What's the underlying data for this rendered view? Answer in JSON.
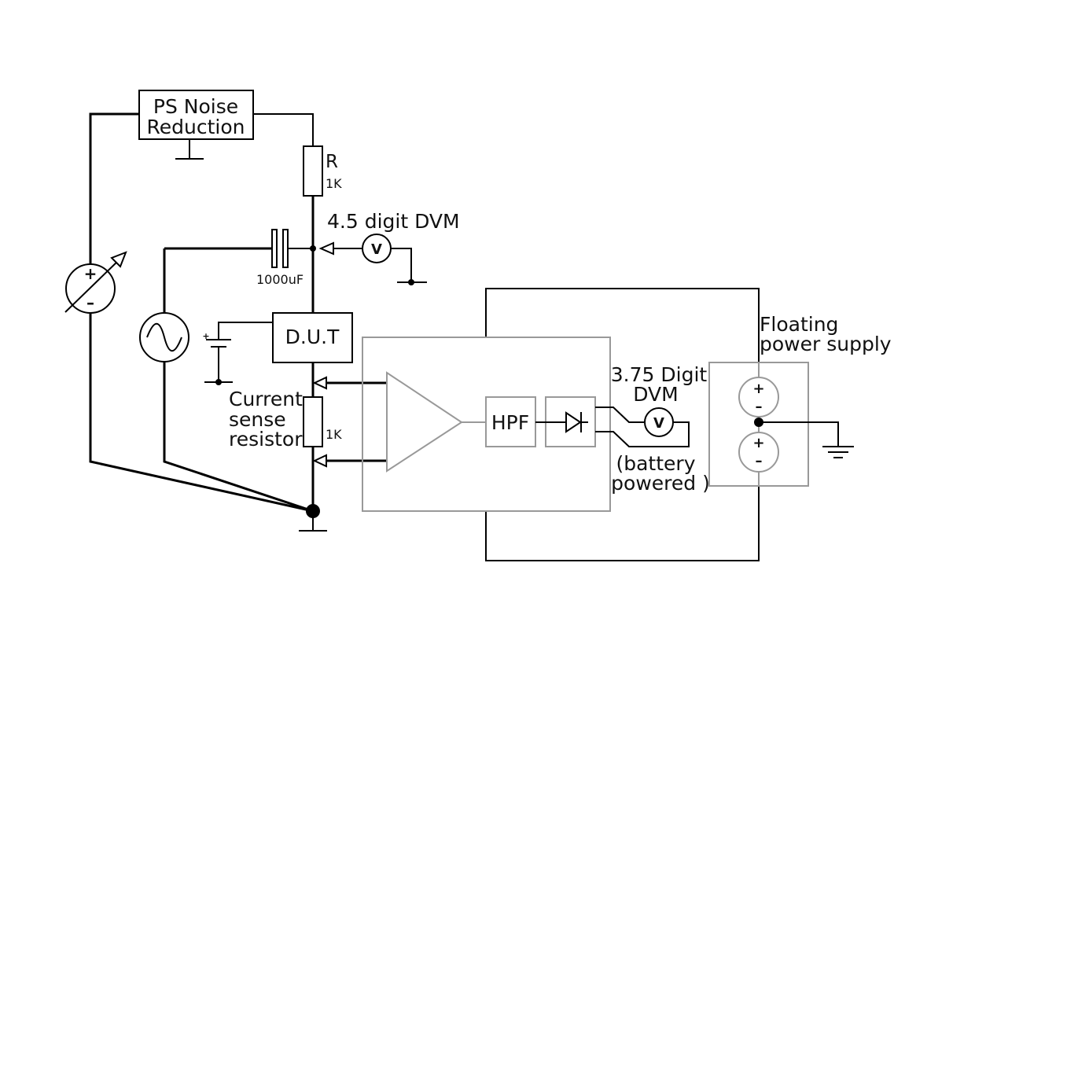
{
  "labels": {
    "ps_noise_line1": "PS Noise",
    "ps_noise_line2": "Reduction",
    "resistor_r_name": "R",
    "resistor_r_value": "1K",
    "dvm_45": "4.5 digit DVM",
    "capacitor_value": "1000uF",
    "dut": "D.U.T",
    "current_sense_line1": "Current",
    "current_sense_line2": "sense",
    "current_sense_line3": "resistor",
    "sense_resistor_value": "1K",
    "hpf": "HPF",
    "dvm_375_line1": "3.75 Digit",
    "dvm_375_line2": "DVM",
    "battery_line1": "(battery",
    "battery_line2": "powered )",
    "floating_line1": "Floating",
    "floating_line2": "power supply"
  },
  "symbols": {
    "plus": "+",
    "minus": "–",
    "meter_v": "V"
  },
  "icons": {
    "variable_supply": "variable-voltage-source-icon",
    "signal_generator": "ac-source-icon",
    "battery": "battery-icon",
    "voltmeter": "voltmeter-icon",
    "amplifier": "amplifier-triangle-icon",
    "diode": "diode-icon",
    "ground": "ground-icon"
  },
  "colors": {
    "wire": "#000000",
    "gray_block": "#999999",
    "background": "#ffffff"
  }
}
